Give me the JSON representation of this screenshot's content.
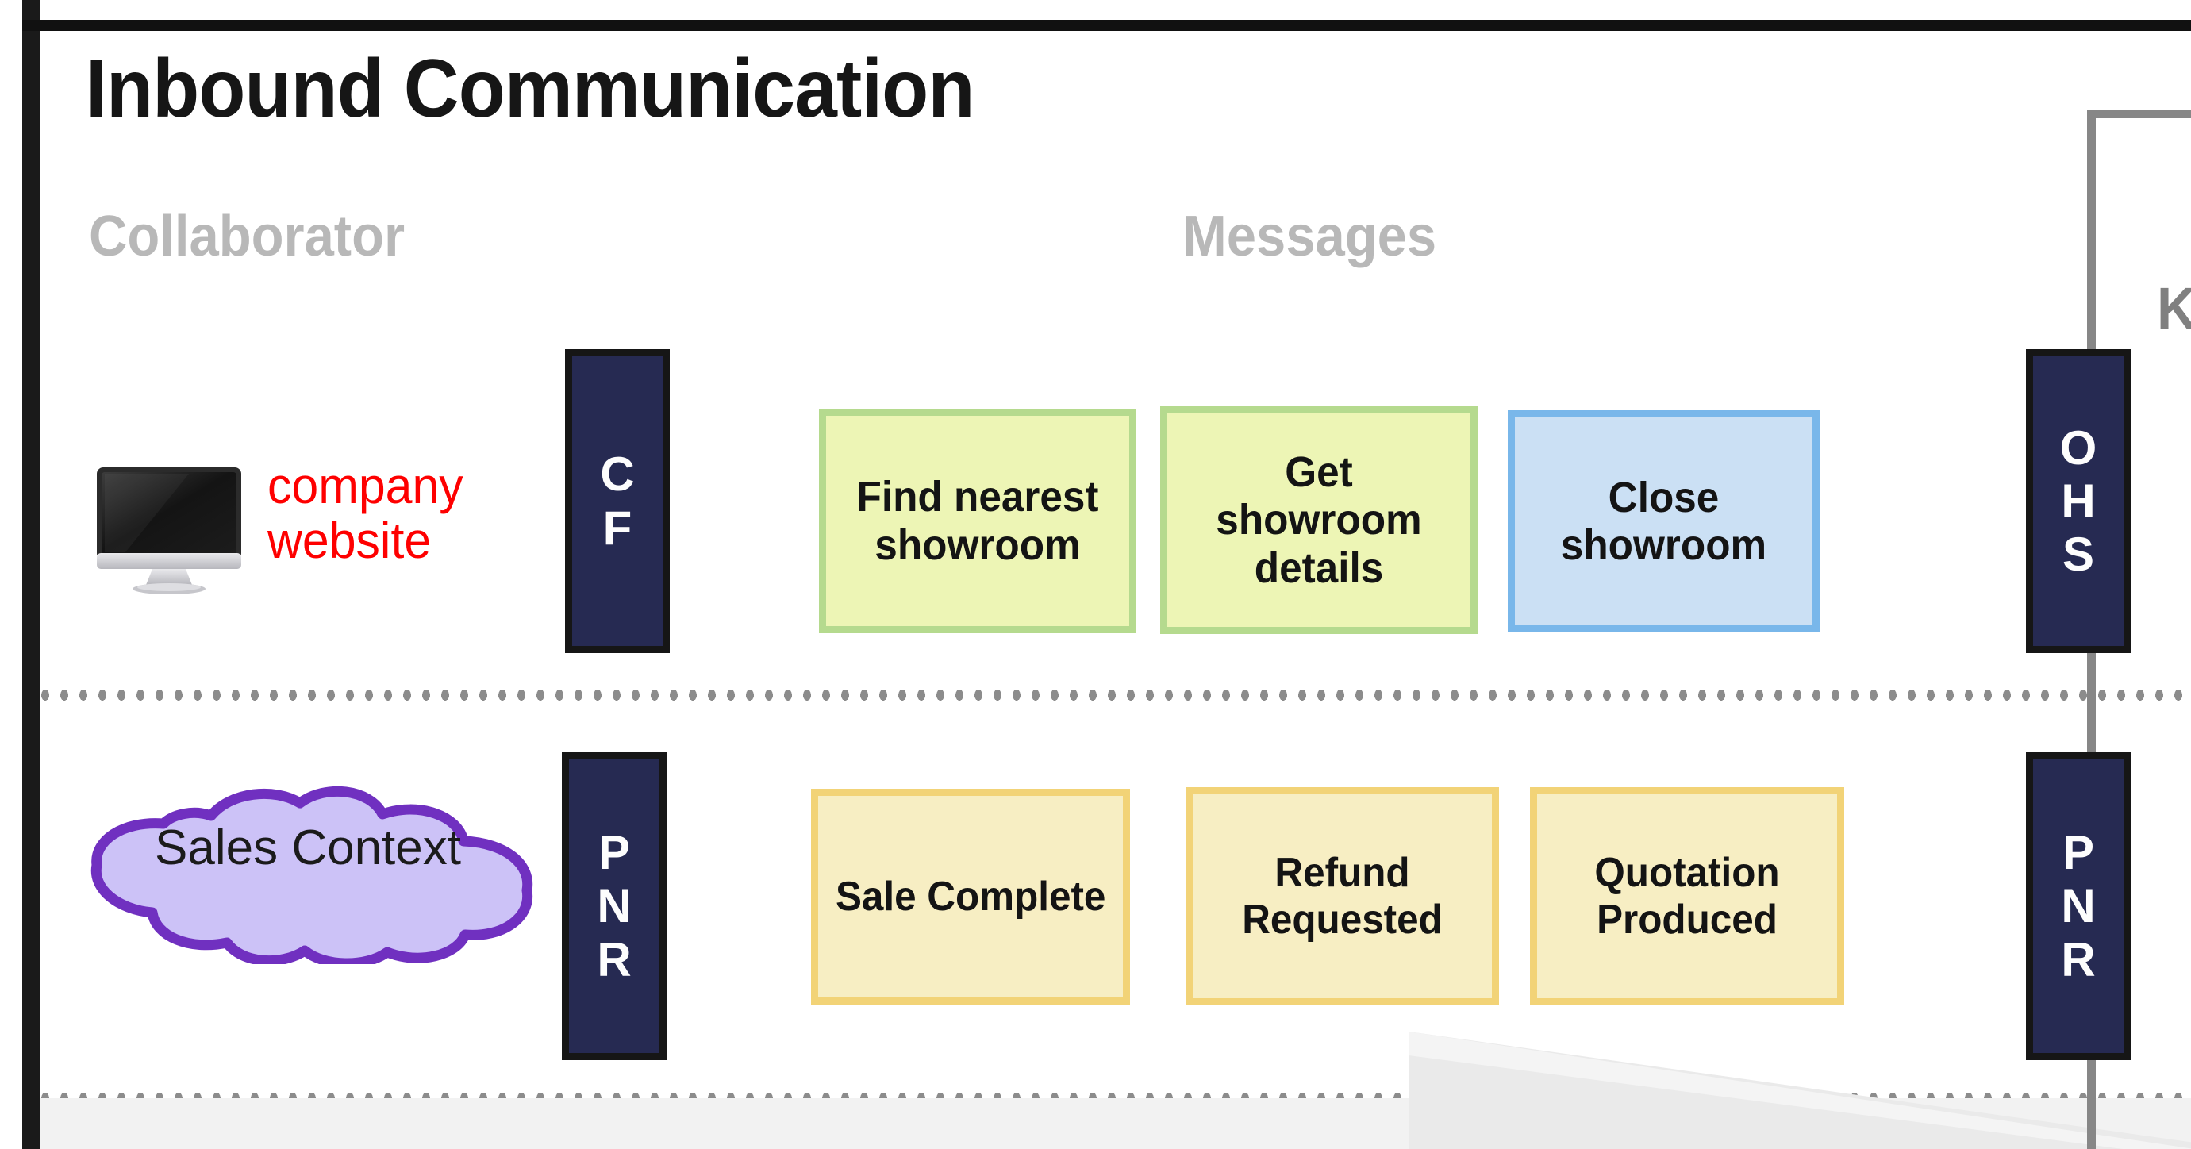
{
  "page": {
    "title": "Inbound Communication"
  },
  "columns": {
    "collaborator_heading": "Collaborator",
    "messages_heading": "Messages"
  },
  "lanes": [
    {
      "id": "website-lane",
      "collaborator": {
        "icon": "desktop-monitor-icon",
        "label": "company website",
        "label_color": "#fe0000"
      },
      "badge": {
        "letters": [
          "C",
          "F"
        ],
        "fill": "#262a52",
        "border": "#161616",
        "text_color": "#fdfdfd"
      },
      "right_badge": {
        "letters": [
          "O",
          "H",
          "S"
        ],
        "fill": "#262a52",
        "border": "#161616"
      },
      "messages": [
        {
          "label": "Find nearest showroom",
          "style": "green"
        },
        {
          "label": "Get showroom details",
          "style": "green"
        },
        {
          "label": "Close showroom",
          "style": "blue"
        }
      ]
    },
    {
      "id": "sales-context-lane",
      "collaborator": {
        "icon": "cloud-icon",
        "label": "Sales Context",
        "fill": "#ccc2f7",
        "stroke": "#7030c0"
      },
      "badge": {
        "letters": [
          "P",
          "N",
          "R"
        ],
        "fill": "#262a52",
        "border": "#161616",
        "text_color": "#fdfdfd"
      },
      "right_badge": {
        "letters": [
          "P",
          "N",
          "R"
        ],
        "fill": "#262a52",
        "border": "#161616"
      },
      "messages": [
        {
          "label": "Sale Complete",
          "style": "yellow"
        },
        {
          "label": "Refund Requested",
          "style": "yellow"
        },
        {
          "label": "Quotation Produced",
          "style": "yellow"
        }
      ]
    }
  ],
  "right_edge": {
    "partial_label": "K",
    "connector_color": "#878787"
  },
  "colors": {
    "frame": "#1a1a1a",
    "heading_gray": "#b8b8b8",
    "green_fill": "#edf5b5",
    "green_border": "#b5da8e",
    "blue_fill": "#cbe0f4",
    "blue_border": "#79b7ea",
    "yellow_fill": "#f7eec3",
    "yellow_border": "#f2d377",
    "badge_navy": "#262a52",
    "dotted_gray": "#8c8c8c"
  }
}
